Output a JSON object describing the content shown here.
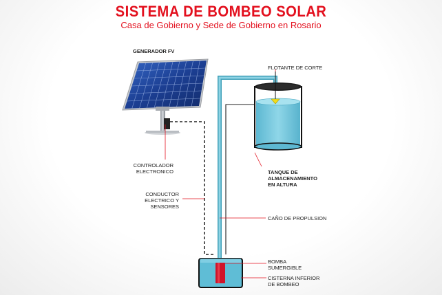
{
  "header": {
    "title": "SISTEMA DE BOMBEO SOLAR",
    "subtitle": "Casa de Gobierno y Sede de Gobierno en Rosario"
  },
  "labels": {
    "generador": "GENERADOR FV",
    "controlador": "CONTROLADOR\nELECTRONICO",
    "conductor": "CONDUCTOR\nELECTRICO Y\nSENSORES",
    "flotante": "FLOTANTE DE CORTE",
    "tanque": "TANQUE DE\nALMACENAMIENTO\nEN ALTURA",
    "cano": "CAÑO DE PROPULSION",
    "bomba": "BOMBA\nSUMERGIBLE",
    "cisterna": "CISTERNA INFERIOR\nDE BOMBEO"
  },
  "colors": {
    "accent": "#e3101e",
    "panel": "#1d3f8f",
    "pipe": "#5fbfd6",
    "water": "#6fc6dc",
    "pump": "#d0142a"
  }
}
